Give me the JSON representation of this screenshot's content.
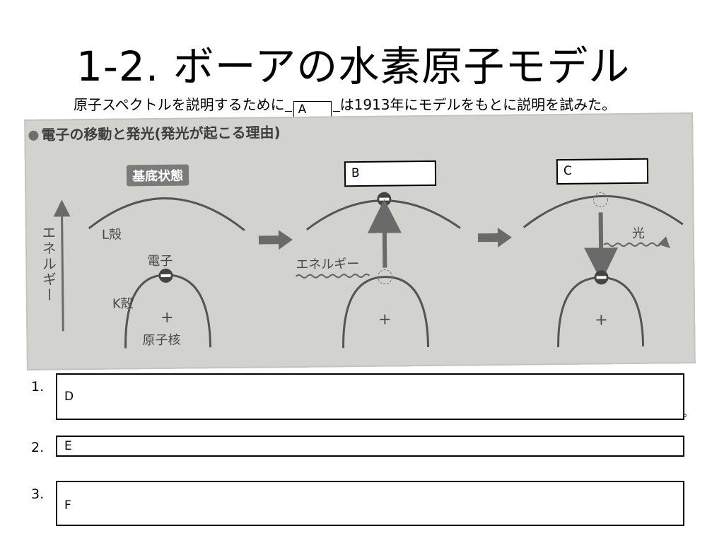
{
  "title": "1-2.  ボーアの水素原子モデル",
  "subtitle": {
    "before": "原子スペクトルを説明するために",
    "blank_label": "A",
    "after": "は1913年にモデルをもとに説明を試みた。"
  },
  "figure": {
    "heading": "電子の移動と発光(発光が起こる理由)",
    "badge": "基底状態",
    "energy_axis": "エネルギー",
    "l_shell": "L殻",
    "k_shell": "K殻",
    "electron": "電子",
    "nucleus": "原子核",
    "plus": "+",
    "energy_in": "エネルギー",
    "light": "光",
    "box_b": "B",
    "box_c": "C"
  },
  "answers": [
    {
      "num": "1.",
      "label": "D"
    },
    {
      "num": "2.",
      "label": "E"
    },
    {
      "num": "3.",
      "label": "F"
    }
  ],
  "trailing_mark": "。"
}
